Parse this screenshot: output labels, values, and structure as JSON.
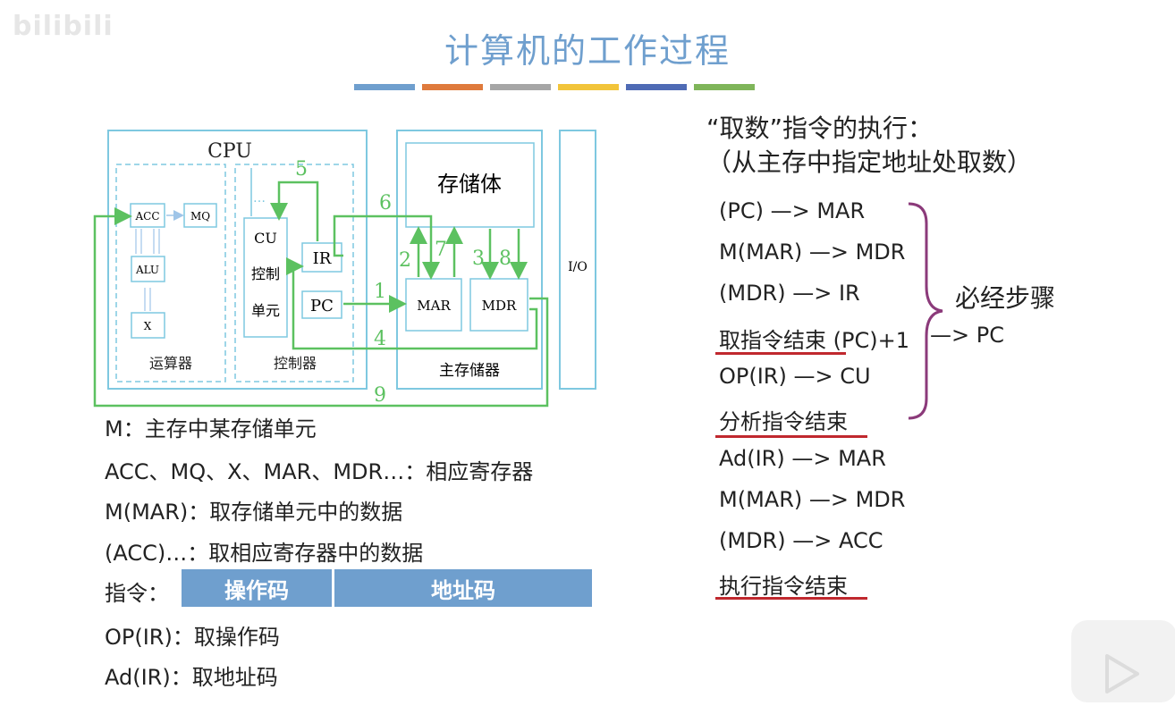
{
  "watermark": "bilibili",
  "title": "计算机的工作过程",
  "stripes": [
    "#6f9fce",
    "#df7a3c",
    "#a6a6a6",
    "#f2c43a",
    "#4f6bb5",
    "#7fb55a"
  ],
  "diagram": {
    "cpu_label": "CPU",
    "acc": "ACC",
    "mq": "MQ",
    "alu": "ALU",
    "x": "X",
    "alu_group_label": "运算器",
    "cu": "CU",
    "cu_line2": "控制",
    "cu_line3": "单元",
    "cu_dots": "…",
    "ir": "IR",
    "pc": "PC",
    "control_group_label": "控制器",
    "storage": "存储体",
    "mar": "MAR",
    "mdr": "MDR",
    "memory_label": "主存储器",
    "io": "I/O",
    "step_numbers": [
      "1",
      "2",
      "3",
      "4",
      "5",
      "6",
      "7",
      "8",
      "9"
    ]
  },
  "definitions": [
    "M：主存中某存储单元",
    "ACC、MQ、X、MAR、MDR…：相应寄存器",
    "M(MAR)：取存储单元中的数据",
    "(ACC)…：取相应寄存器中的数据"
  ],
  "instruction": {
    "label": "指令：",
    "opcode": "操作码",
    "address": "地址码"
  },
  "ops": [
    "OP(IR)：取操作码",
    "Ad(IR)：取地址码"
  ],
  "right": {
    "title1": "“取数”指令的执行：",
    "title2": "（从主存中指定地址处取数）",
    "steps": [
      "(PC) —> MAR",
      "M(MAR) —> MDR",
      "(MDR) —> IR",
      "取指令结束 (PC)+1",
      "OP(IR) —> CU",
      "分析指令结束",
      "Ad(IR) —> MAR",
      "M(MAR) —> MDR",
      "(MDR) —> ACC",
      "执行指令结束"
    ],
    "pc_suffix": "—> PC",
    "brace_label": "必经步骤"
  }
}
